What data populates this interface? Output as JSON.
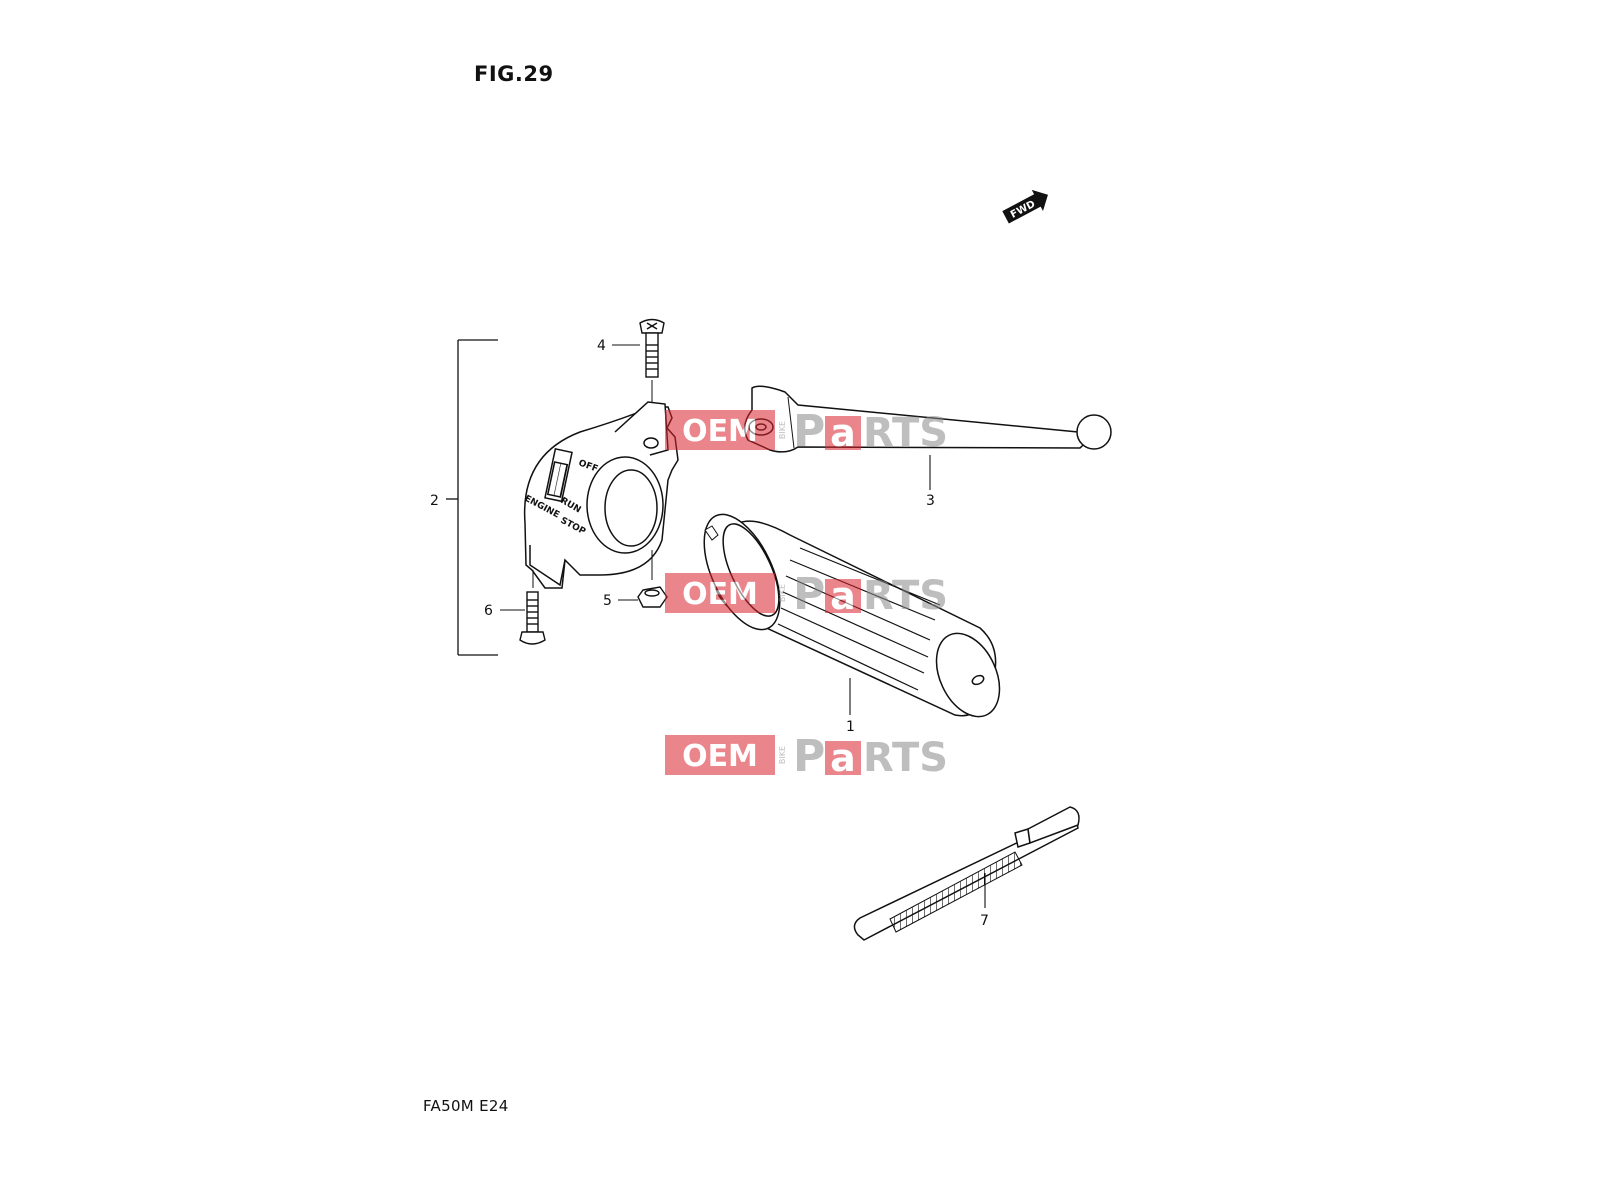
{
  "figure": {
    "title": "FIG.29",
    "model_code": "FA50M  E24",
    "direction_indicator": "FWD"
  },
  "switch_labels": {
    "off": "OFF",
    "run": "RUN",
    "engine": "ENGINE",
    "stop": "STOP"
  },
  "callouts": [
    {
      "id": "1",
      "part": "grip"
    },
    {
      "id": "2",
      "part": "switch assembly"
    },
    {
      "id": "3",
      "part": "lever"
    },
    {
      "id": "4",
      "part": "screw"
    },
    {
      "id": "5",
      "part": "nut"
    },
    {
      "id": "6",
      "part": "screw"
    },
    {
      "id": "7",
      "part": "band"
    }
  ],
  "watermark": {
    "brand_left": "OEM",
    "brand_small": "BIKE",
    "brand_right_1": "P",
    "brand_right_2": "a",
    "brand_right_3": "RTS",
    "color_red": "#d9232e",
    "color_gray": "#8a8a8a"
  },
  "colors": {
    "line": "#111111",
    "background": "#ffffff"
  }
}
